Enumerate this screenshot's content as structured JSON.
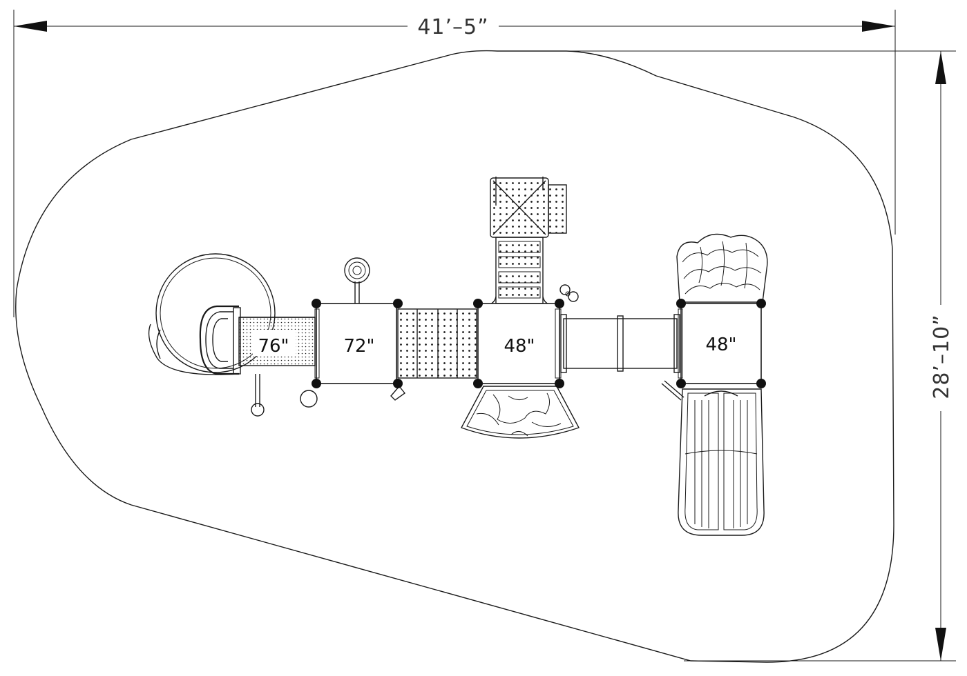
{
  "dimensions": {
    "width_label": "41’–5”",
    "depth_label": "28’–10”"
  },
  "decks": [
    {
      "label": "76\""
    },
    {
      "label": "72\""
    },
    {
      "label": "48\""
    },
    {
      "label": "48\""
    }
  ],
  "colors": {
    "line": "#1a1a1a",
    "dimension_text": "#333333",
    "background": "#ffffff"
  }
}
